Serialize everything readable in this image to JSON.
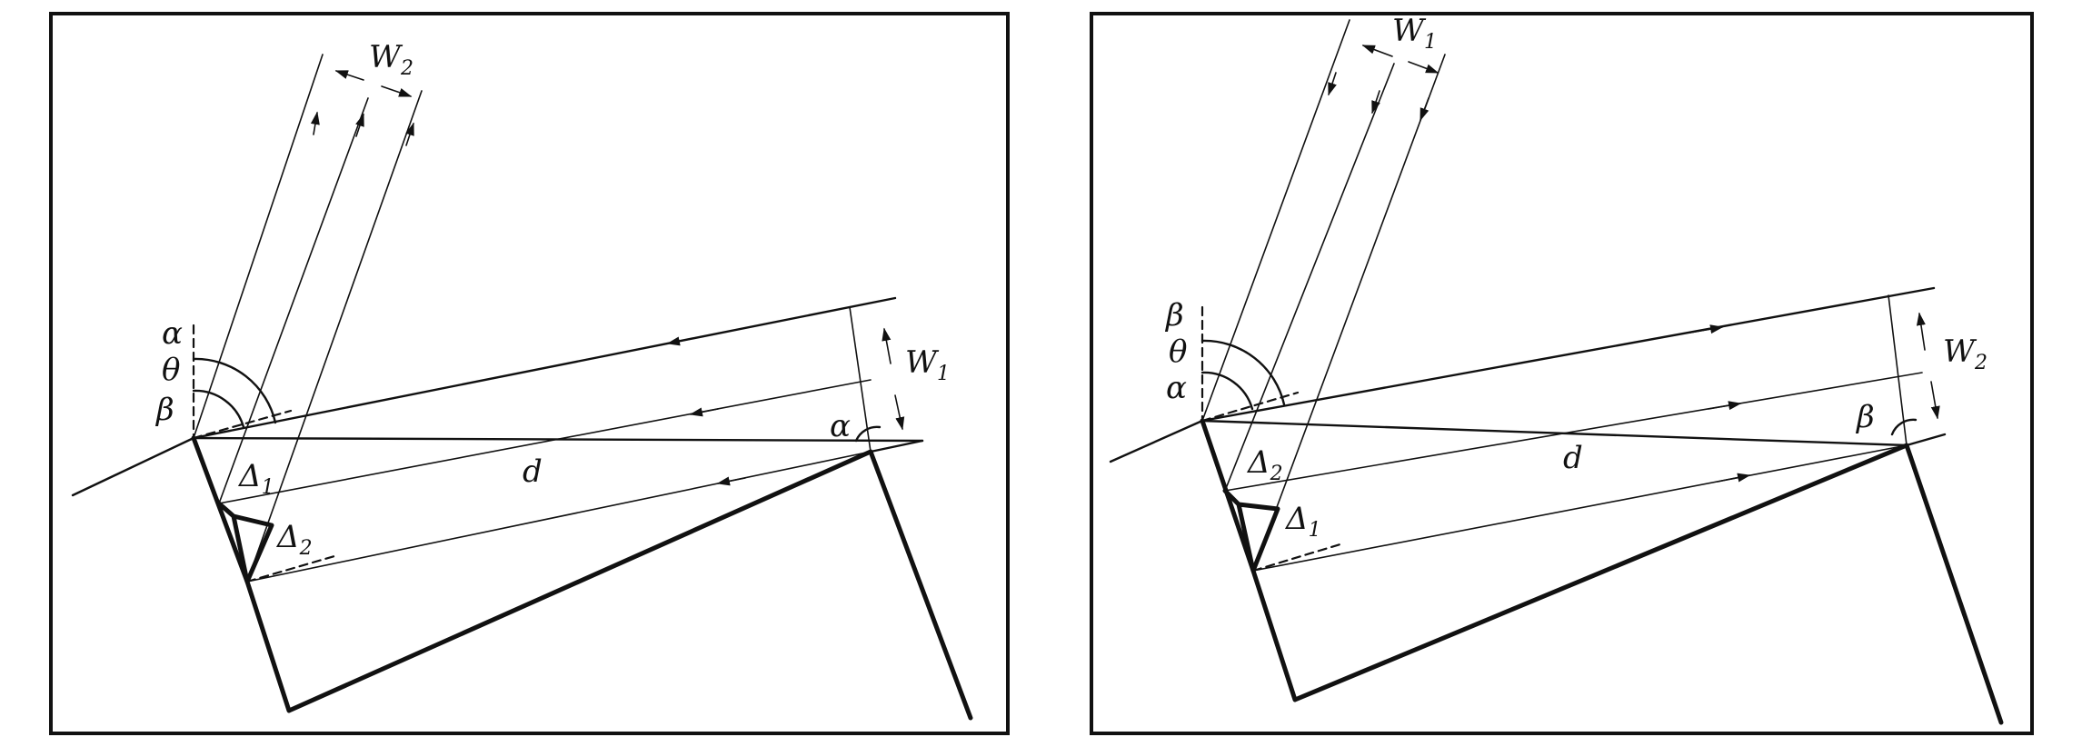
{
  "left_panel": {
    "labels": {
      "alpha": "α",
      "theta": "θ",
      "beta": "β",
      "alpha_right": "α",
      "W2_main": "W",
      "W2_sub": "2",
      "W1_main": "W",
      "W1_sub": "1",
      "delta1_main": "Δ",
      "delta1_sub": "1",
      "delta2_main": "Δ",
      "delta2_sub": "2",
      "d": "d"
    }
  },
  "right_panel": {
    "labels": {
      "beta": "β",
      "theta": "θ",
      "alpha": "α",
      "beta_right": "β",
      "W1_main": "W",
      "W1_sub": "1",
      "W2_main": "W",
      "W2_sub": "2",
      "delta1_main": "Δ",
      "delta1_sub": "1",
      "delta2_main": "Δ",
      "delta2_sub": "2",
      "d": "d"
    }
  },
  "colors": {
    "ink": "#111111",
    "background": "#ffffff"
  }
}
